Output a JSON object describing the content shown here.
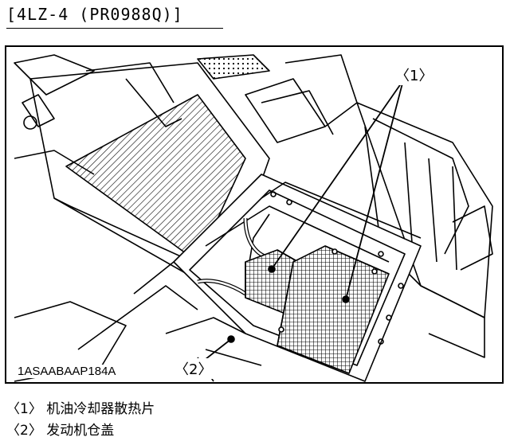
{
  "header": {
    "title": "[4LZ-4 (PR0988Q)]"
  },
  "figure": {
    "code": "1ASAABAAP184A",
    "callouts": {
      "c1": "〈1〉",
      "c2": "〈2〉"
    }
  },
  "legend": [
    {
      "text": "〈1〉 机油冷却器散热片"
    },
    {
      "text": "〈2〉 发动机仓盖"
    }
  ]
}
